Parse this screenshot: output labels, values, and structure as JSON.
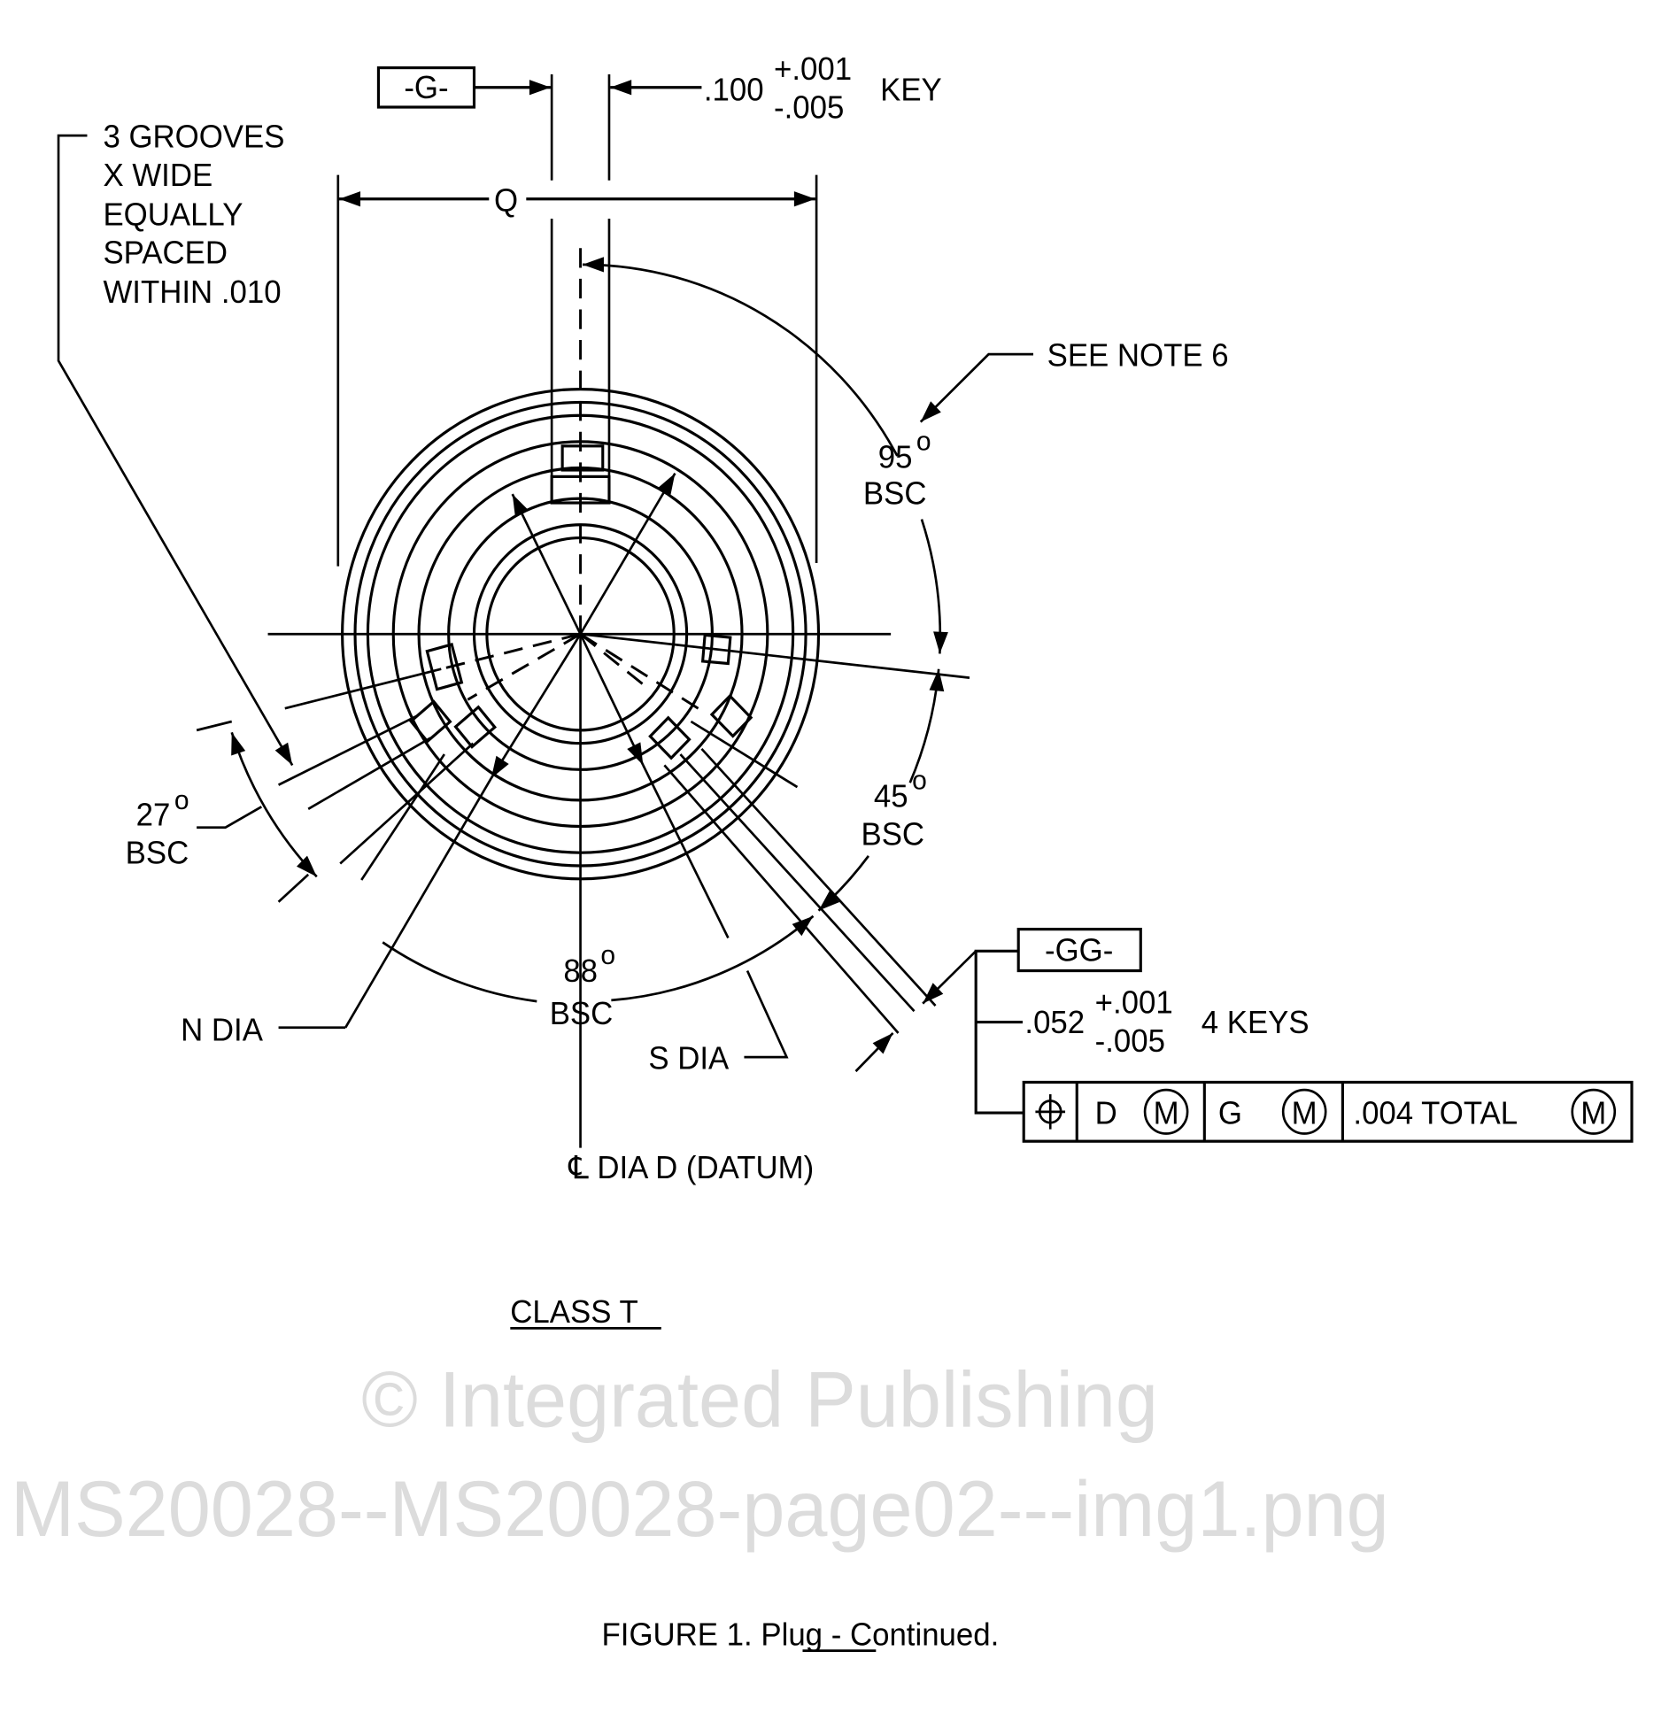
{
  "watermark": {
    "line1": "© Integrated Publishing",
    "line2": "MS20028--MS20028-page02---img1.png"
  },
  "datum_g": {
    "label": "-G-"
  },
  "key_dim": {
    "value": ".100",
    "plus": "+.001",
    "minus": "-.005",
    "suffix": "KEY"
  },
  "q_dim": {
    "label": "Q"
  },
  "grooves_note": {
    "lines": [
      "3 GROOVES",
      "X  WIDE",
      "EQUALLY",
      "SPACED",
      "WITHIN .010"
    ]
  },
  "see_note": "SEE NOTE 6",
  "angles": {
    "a95": {
      "value": "95",
      "deg": "o",
      "bsc": "BSC"
    },
    "a45": {
      "value": "45",
      "deg": "o",
      "bsc": "BSC"
    },
    "a27": {
      "value": "27",
      "deg": "o",
      "bsc": "BSC"
    },
    "a88": {
      "value": "88",
      "deg": "o",
      "bsc": "BSC"
    }
  },
  "n_dia": "N  DIA",
  "s_dia": "S  DIA",
  "datum_d": "℄ DIA  D  (DATUM)",
  "datum_gg": {
    "label": "-GG-"
  },
  "keys_dim": {
    "value": ".052",
    "plus": "+.001",
    "minus": "-.005",
    "suffix": "4 KEYS"
  },
  "fcf": {
    "symbol": "⌖",
    "datum1": "D",
    "mod1": "M",
    "datum2": "G",
    "mod2": "M",
    "tolerance": ".004 TOTAL",
    "mod3": "M"
  },
  "class_label": "CLASS  T",
  "caption": {
    "prefix": "FIGURE 1.  ",
    "underlined": "Plug",
    "suffix": " - Continued."
  }
}
